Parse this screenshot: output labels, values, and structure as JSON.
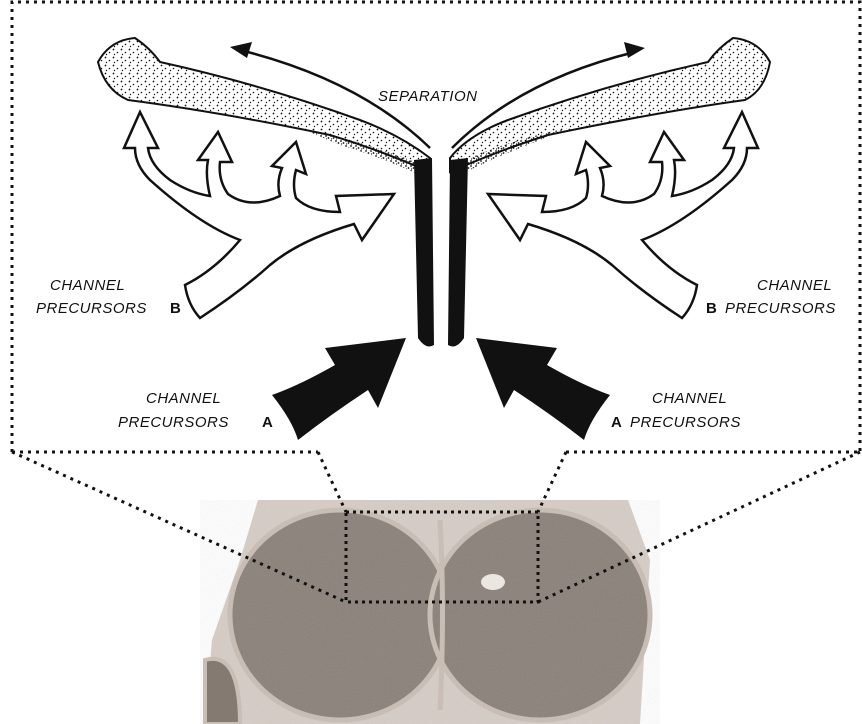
{
  "labels": {
    "separation": "SEPARATION",
    "left_b": {
      "line1": "CHANNEL",
      "line2": "PRECURSORS",
      "letter": "B"
    },
    "right_b": {
      "line1": "CHANNEL",
      "line2": "PRECURSORS",
      "letter": "B"
    },
    "left_a": {
      "line1": "CHANNEL",
      "line2": "PRECURSORS",
      "letter": "A"
    },
    "right_a": {
      "line1": "CHANNEL",
      "line2": "PRECURSORS",
      "letter": "A"
    }
  },
  "colors": {
    "ink": "#111111",
    "cell_fill": "#9a8f86",
    "cell_rim": "#cfc4bb",
    "background": "#ffffff"
  }
}
